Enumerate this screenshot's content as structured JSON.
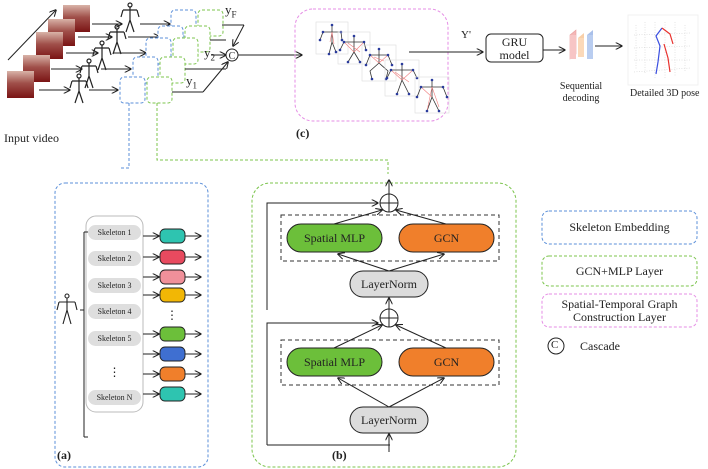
{
  "pipeline": {
    "input_video_label": "Input video",
    "y_labels": [
      "yF",
      "y2",
      "y1"
    ],
    "y_subscripts": [
      "F",
      "2",
      "1"
    ],
    "y_prime_label": "Y'",
    "gru_label_line1": "GRU",
    "gru_label_line2": "model",
    "sequential_decoding_line1": "Sequential",
    "sequential_decoding_line2": "decoding",
    "detailed_pose_label": "Detailed 3D pose",
    "panel_c_label": "(c)"
  },
  "panel_a": {
    "label": "(a)",
    "skeletons": [
      "Skeleton 1",
      "Skeleton 2",
      "Skeleton 3",
      "Skeleton 4",
      "Skeleton 5",
      "⋮",
      "Skeleton N"
    ],
    "embedding_colors": [
      "#2ec4b0",
      "#e84a5f",
      "#f0909a",
      "#f2b705",
      "#6cbf3a",
      "#3f6fd1",
      "#f07f2b",
      "#2ec4b0"
    ]
  },
  "panel_b": {
    "label": "(b)",
    "spatial_mlp_label": "Spatial MLP",
    "gcn_label": "GCN",
    "layernorm_label": "LayerNorm",
    "colors": {
      "spatial_mlp": "#6cbf3a",
      "gcn": "#f07f2b",
      "layernorm": "#dcdcdc"
    }
  },
  "legend": {
    "skeleton_embedding": "Skeleton Embedding",
    "gcn_mlp_layer": "GCN+MLP Layer",
    "st_graph_line1": "Spatial-Temporal Graph",
    "st_graph_line2": "Construction Layer",
    "cascade_symbol": "C",
    "cascade_label": "Cascade",
    "colors": {
      "blue": "#5b8fd9",
      "green": "#7cc44e",
      "pink": "#e58ee5"
    }
  }
}
